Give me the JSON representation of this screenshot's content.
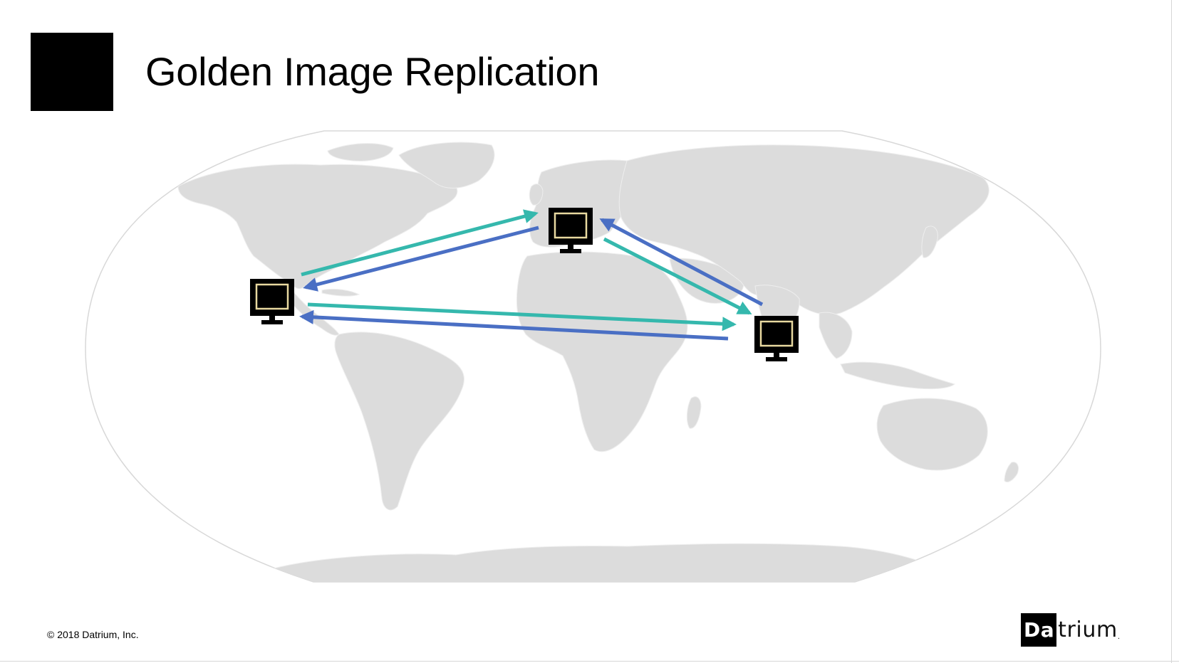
{
  "slide": {
    "title": "Golden Image Replication",
    "copyright": "© 2018 Datrium, Inc."
  },
  "logo": {
    "boxed_text": "Da",
    "rest_text": "trium",
    "mark": "."
  },
  "colors": {
    "land": "#dcdcdc",
    "map_outline": "#d8d8d8",
    "arrow_outbound": "#35b8ad",
    "arrow_return": "#4a6fc4",
    "monitor_body": "#000000",
    "monitor_screen_border": "#e8d9a0",
    "title_square": "#000000"
  },
  "diagram": {
    "sites": [
      {
        "id": "site-americas",
        "icon": "monitor-icon"
      },
      {
        "id": "site-europe",
        "icon": "monitor-icon"
      },
      {
        "id": "site-asia",
        "icon": "monitor-icon"
      }
    ],
    "links": [
      {
        "from": "site-americas",
        "to": "site-europe",
        "kind": "outbound"
      },
      {
        "from": "site-europe",
        "to": "site-americas",
        "kind": "return"
      },
      {
        "from": "site-europe",
        "to": "site-asia",
        "kind": "outbound"
      },
      {
        "from": "site-asia",
        "to": "site-europe",
        "kind": "return"
      },
      {
        "from": "site-americas",
        "to": "site-asia",
        "kind": "outbound"
      },
      {
        "from": "site-asia",
        "to": "site-americas",
        "kind": "return"
      }
    ]
  }
}
